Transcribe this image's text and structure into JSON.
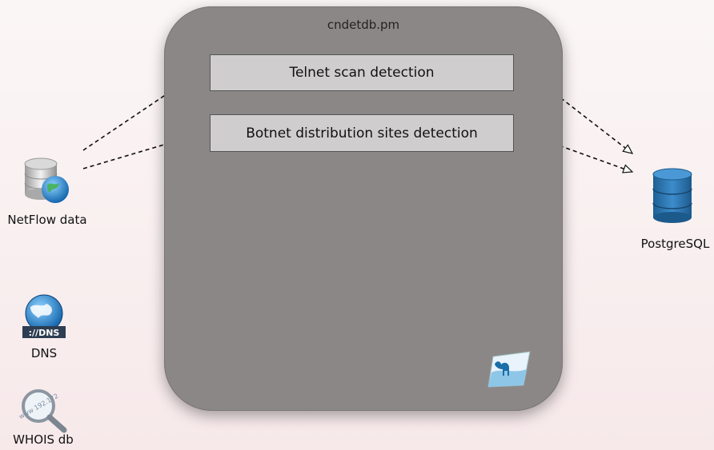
{
  "module": {
    "title": "cndetdb.pm"
  },
  "detections": [
    {
      "label": "Telnet scan detection"
    },
    {
      "label": "Botnet distribution sites detection"
    }
  ],
  "sources": {
    "netflow": {
      "label": "NetFlow data",
      "icon": "database-globe-icon"
    },
    "dns": {
      "label": "DNS",
      "icon": "dns-globe-icon",
      "badge": "://DNS"
    },
    "whois": {
      "label": "WHOIS db",
      "icon": "magnifier-icon",
      "lens_text": "www 192.172"
    }
  },
  "target": {
    "label": "PostgreSQL",
    "icon": "database-icon"
  },
  "colors": {
    "panel": "#8c8787",
    "box": "#cfcdcd",
    "db_blue": "#2f79b5"
  }
}
